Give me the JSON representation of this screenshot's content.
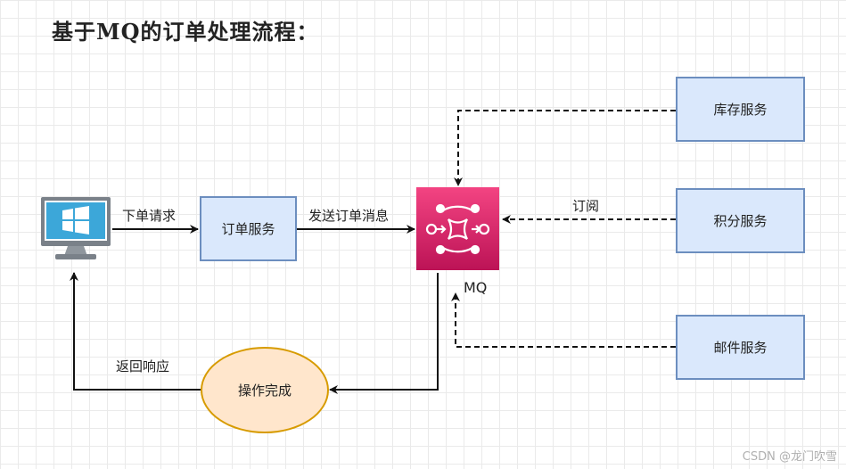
{
  "title": "基于MQ的订单处理流程：",
  "nodes": {
    "order_service": "订单服务",
    "inventory_service": "库存服务",
    "points_service": "积分服务",
    "mail_service": "邮件服务",
    "operation_done": "操作完成",
    "mq": "MQ"
  },
  "edges": {
    "place_order": "下单请求",
    "send_message": "发送订单消息",
    "subscribe": "订阅",
    "return_response": "返回响应"
  },
  "colors": {
    "service_fill": "#dae8fc",
    "service_border": "#6c8ebf",
    "ellipse_fill": "#ffe6cc",
    "ellipse_border": "#d79b00",
    "mq_top": "#f34482",
    "mq_bottom": "#bc1356",
    "windows_blue": "#3ca7d9"
  },
  "icons": {
    "client": "windows-monitor-icon",
    "mq": "message-queue-icon"
  },
  "watermark": "CSDN @龙门吹雪"
}
